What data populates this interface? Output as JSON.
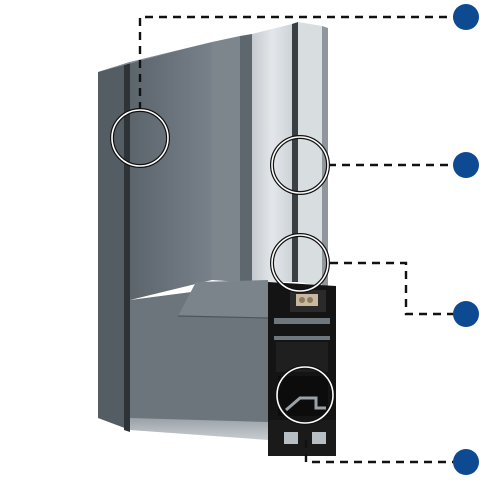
{
  "diagram": {
    "subject": "window-frame-profile-cross-section",
    "callout_count": 4,
    "colors": {
      "frame_face": "#6b747b",
      "frame_light": "#848d94",
      "frame_dark": "#3f464c",
      "glass": "#d4d9dd",
      "profile_black": "#141414",
      "gasket_tan": "#c8b8a0",
      "leader_line": "#111111",
      "marker": "#0d4a91",
      "highlight_ring": "#ffffff"
    },
    "callouts": [
      {
        "id": "callout-1",
        "target": "outer-frame-edge"
      },
      {
        "id": "callout-2",
        "target": "glazing-panes"
      },
      {
        "id": "callout-3",
        "target": "glazing-bead"
      },
      {
        "id": "callout-4",
        "target": "thermal-chamber"
      }
    ]
  }
}
